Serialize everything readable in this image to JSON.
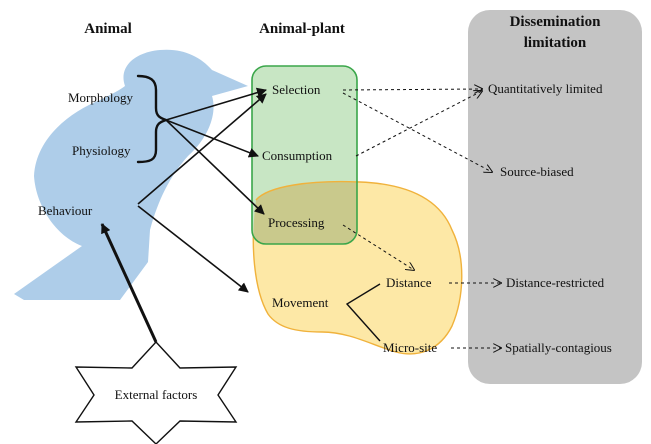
{
  "headers": {
    "animal": "Animal",
    "animal_plant": "Animal-plant",
    "dissemination_line1": "Dissemination",
    "dissemination_line2": "limitation"
  },
  "animal_traits": {
    "morphology": "Morphology",
    "physiology": "Physiology",
    "behaviour": "Behaviour"
  },
  "interaction_stages": {
    "selection": "Selection",
    "consumption": "Consumption",
    "processing": "Processing",
    "movement": "Movement",
    "distance": "Distance",
    "micro_site": "Micro-site"
  },
  "limitation_types": {
    "quantitatively_limited": "Quantitatively limited",
    "source_biased": "Source-biased",
    "distance_restricted": "Distance-restricted",
    "spatially_contagious": "Spatially-contagious"
  },
  "external": {
    "label": "External factors"
  },
  "colors": {
    "bird": "#aecde9",
    "green_fill": "#c8e6c4",
    "green_stroke": "#3aa64a",
    "yellow_fill": "#fde8a6",
    "yellow_stroke": "#f0b23c",
    "overlap_fill": "#c9c98c",
    "grey_panel": "#c4c4c4"
  }
}
